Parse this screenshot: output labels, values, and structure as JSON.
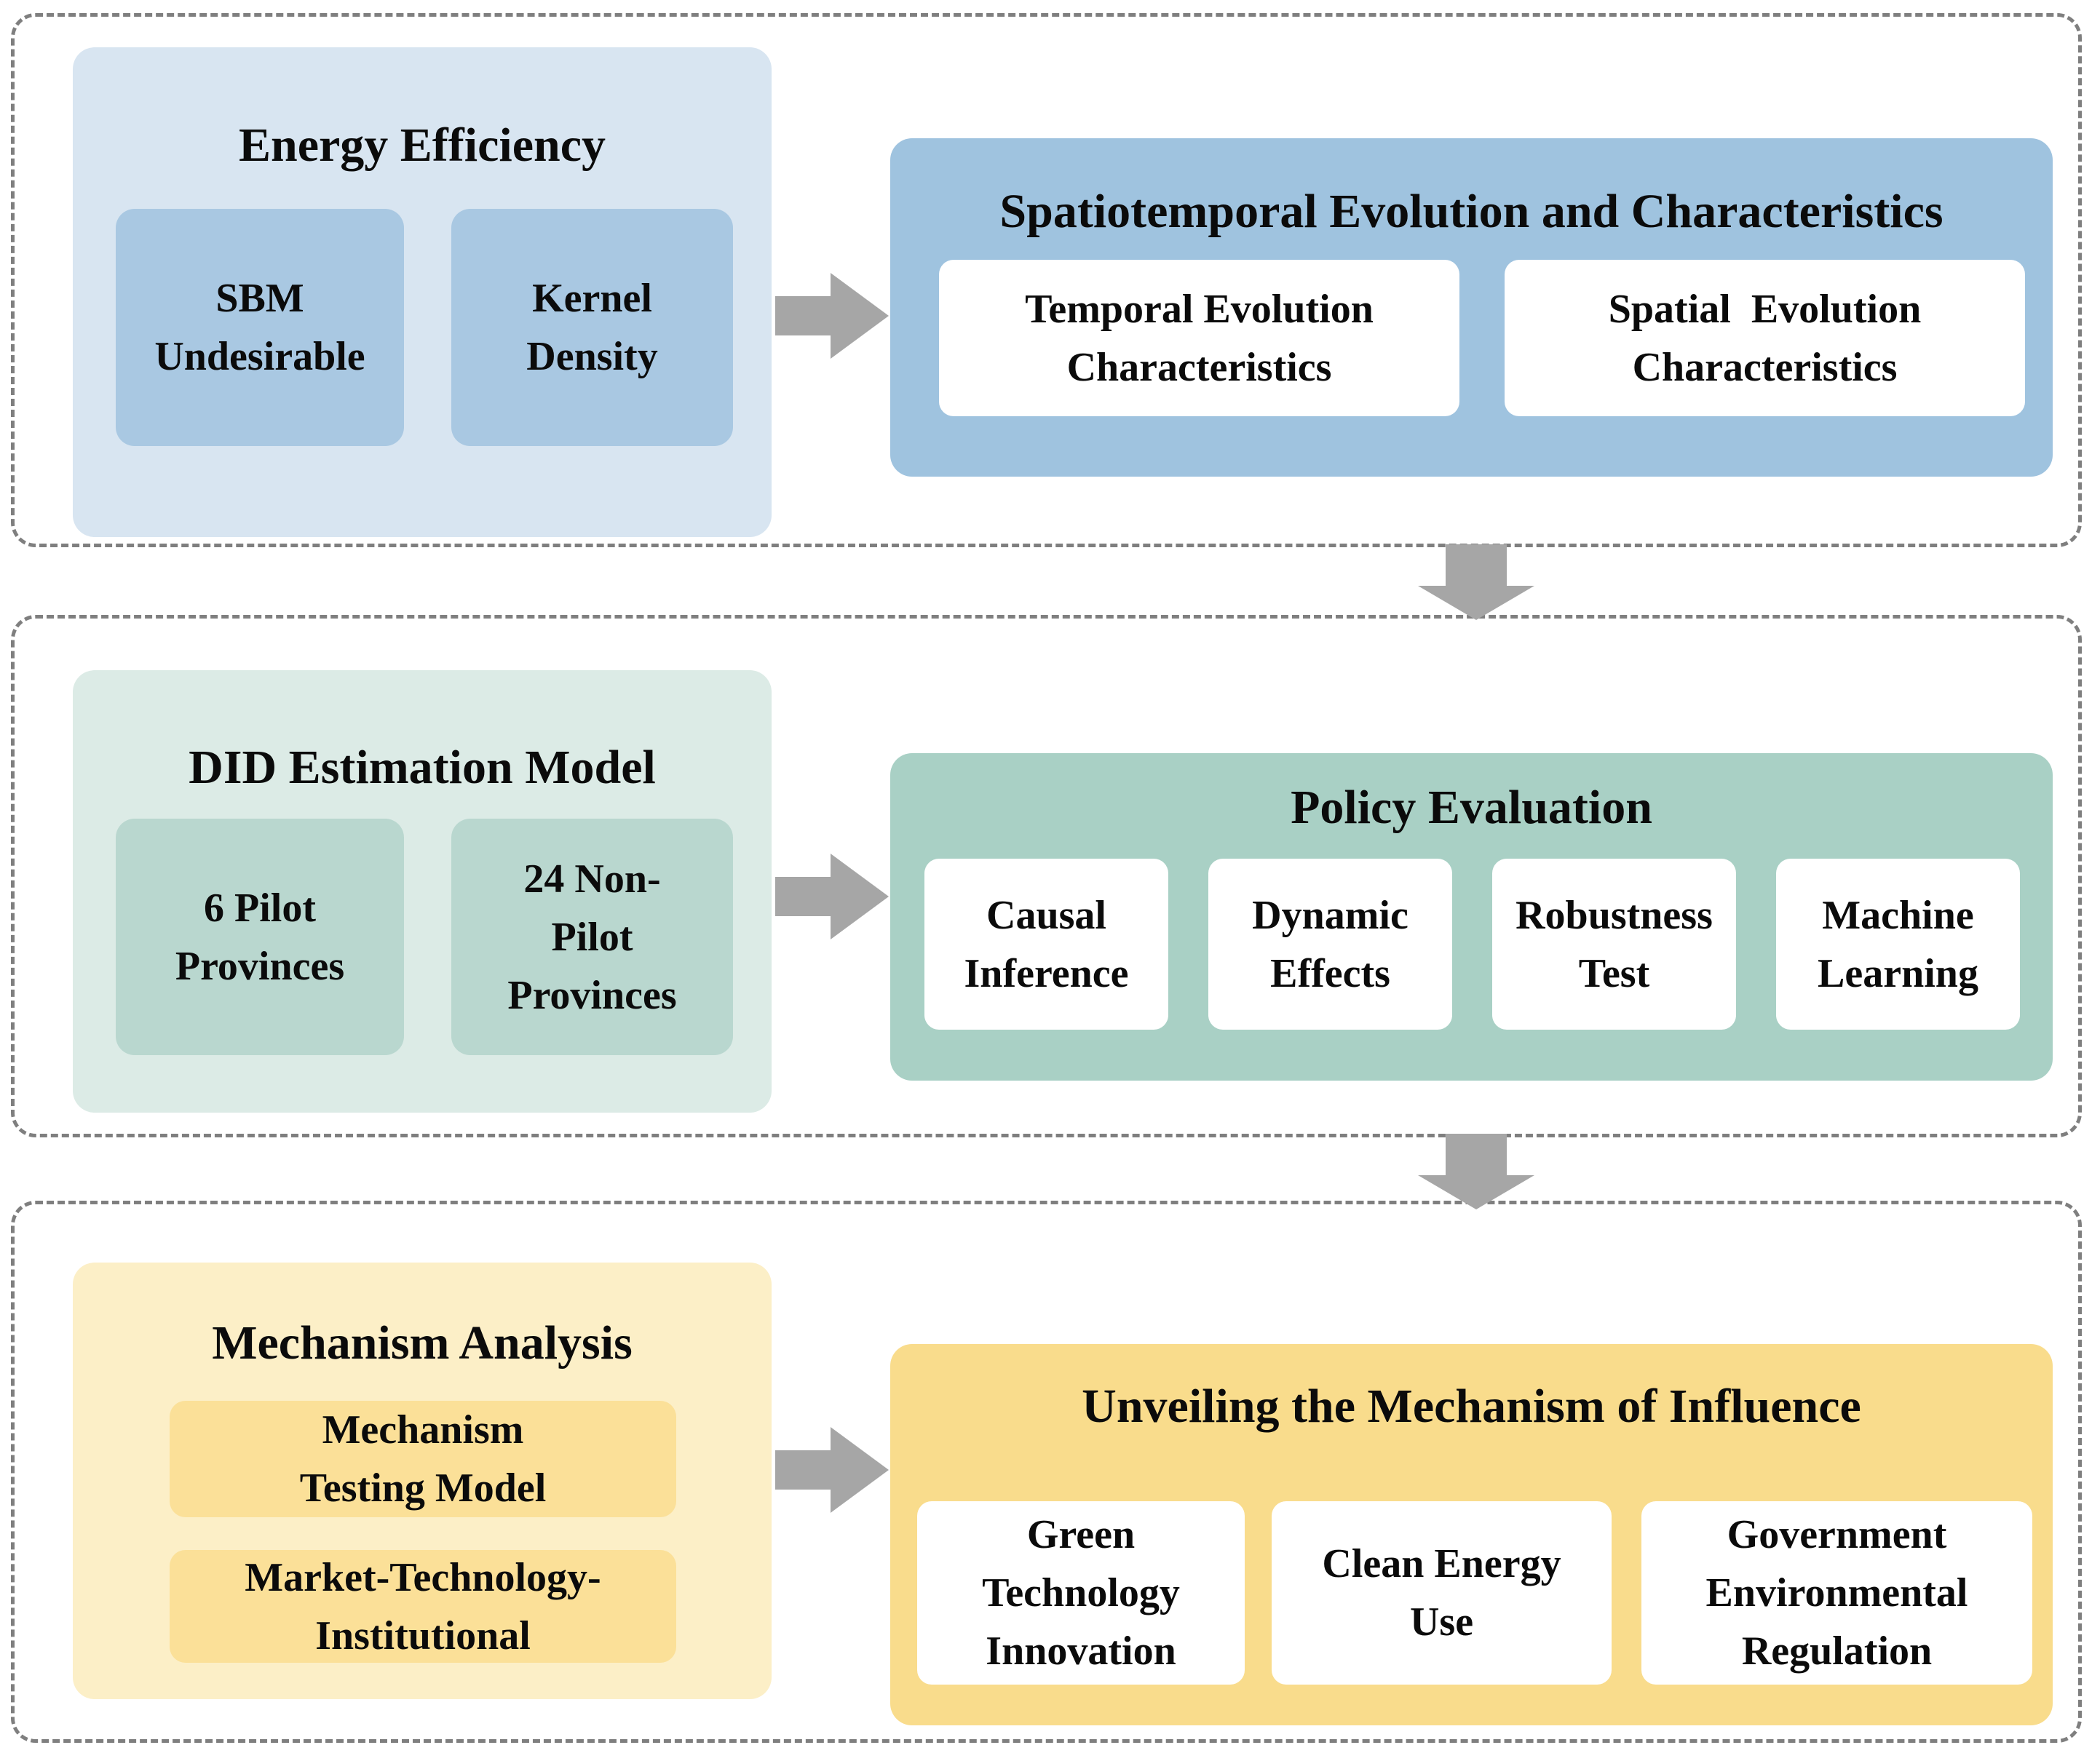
{
  "theme": {
    "background": "#FFFFFF",
    "text": "#0B0B0B",
    "dashed_border": "#7F7F7F",
    "arrow": "#A6A6A6",
    "white_box": "#FFFFFF",
    "blue_panel_light": "#D8E5F1",
    "blue_box": "#A9C8E2",
    "blue_panel": "#9FC3DF",
    "green_panel_light": "#DCEBE6",
    "green_box": "#B9D7CF",
    "green_panel": "#A9D0C5",
    "yellow_panel_light": "#FCEFC7",
    "yellow_box": "#FBE098",
    "yellow_panel": "#F9DC8C"
  },
  "sections": [
    {
      "left": {
        "title": "Energy Efficiency",
        "boxes": [
          {
            "label": "SBM Undesirable",
            "lines": [
              "SBM",
              "Undesirable"
            ]
          },
          {
            "label": "Kernel Density",
            "lines": [
              "Kernel",
              "Density"
            ]
          }
        ]
      },
      "right": {
        "title": "Spatiotemporal Evolution and Characteristics",
        "boxes": [
          {
            "label": "Temporal Evolution Characteristics",
            "lines": [
              "Temporal Evolution",
              "Characteristics"
            ]
          },
          {
            "label": "Spatial Evolution Characteristics",
            "lines": [
              "Spatial  Evolution",
              "Characteristics"
            ]
          }
        ]
      }
    },
    {
      "left": {
        "title": "DID Estimation Model",
        "boxes": [
          {
            "label": "6 Pilot Provinces",
            "lines": [
              "6 Pilot",
              "Provinces"
            ]
          },
          {
            "label": "24 Non-Pilot Provinces",
            "lines": [
              "24 Non-",
              "Pilot",
              "Provinces"
            ]
          }
        ]
      },
      "right": {
        "title": "Policy Evaluation",
        "boxes": [
          {
            "label": "Causal Inference",
            "lines": [
              "Causal",
              "Inference"
            ]
          },
          {
            "label": "Dynamic Effects",
            "lines": [
              "Dynamic",
              "Effects"
            ]
          },
          {
            "label": "Robustness Test",
            "lines": [
              "Robustness",
              "Test"
            ]
          },
          {
            "label": "Machine Learning",
            "lines": [
              "Machine",
              "Learning"
            ]
          }
        ]
      }
    },
    {
      "left": {
        "title": "Mechanism Analysis",
        "boxes": [
          {
            "label": "Mechanism Testing Model",
            "lines": [
              "Mechanism",
              "Testing Model"
            ]
          },
          {
            "label": "Market-Technology-Institutional",
            "lines": [
              "Market-Technology-",
              "Institutional"
            ]
          }
        ]
      },
      "right": {
        "title": "Unveiling the Mechanism of Influence",
        "boxes": [
          {
            "label": "Green Technology Innovation",
            "lines": [
              "Green",
              "Technology",
              "Innovation"
            ]
          },
          {
            "label": "Clean Energy Use",
            "lines": [
              "Clean Energy",
              "Use"
            ]
          },
          {
            "label": "Government Environmental Regulation",
            "lines": [
              "Government",
              "Environmental",
              "Regulation"
            ]
          }
        ]
      }
    }
  ]
}
